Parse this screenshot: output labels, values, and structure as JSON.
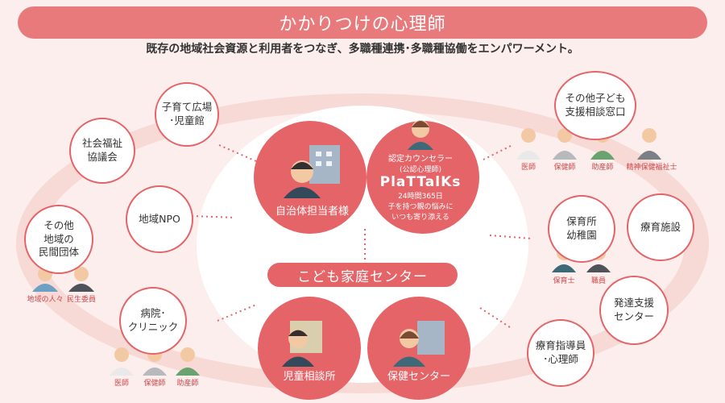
{
  "header": {
    "title": "かかりつけの心理師",
    "subtitle": "既存の地域社会資源と利用者をつなぎ、多職種連携･多職種協働をエンパワーメント。"
  },
  "center": {
    "left_label": "自治体担当者様",
    "counselor": {
      "line1": "認定カウンセラー",
      "line2": "(公認心理師)",
      "brand": "PlaTTalKs",
      "line3": "24時間365日",
      "line4": "子を持つ親の悩みに",
      "line5": "いつも寄り添える"
    },
    "banner": "こども家庭センター",
    "bottom_left": "児童相談所",
    "bottom_right": "保健センター"
  },
  "nodes": {
    "kosodate": "子育て広場\n･児童館",
    "shakai": "社会福祉\n協議会",
    "npo": "地域NPO",
    "sonota_dantai": "その他\n地域の\n民間団体",
    "byoin": "病院･\nクリニック",
    "sonota_kodomo": "その他子ども\n支援相談窓口",
    "hoikusho": "保育所\n幼稚園",
    "ryoiku": "療育施設",
    "hattatsu": "発達支援\nセンター",
    "ryoiku_shido": "療育指導員\n･心理師"
  },
  "roles": {
    "top_right": [
      "医師",
      "保健師",
      "助産師",
      "精神保健福祉士"
    ],
    "left_mid": [
      "地域の人々",
      "民生委員"
    ],
    "bottom_left": [
      "医師",
      "保健師",
      "助産師"
    ],
    "right_mid": [
      "保育士",
      "職員"
    ]
  },
  "colors": {
    "accent": "#e46468",
    "banner": "#e87a7c",
    "bg": "#fbeeec",
    "skin": "#f3c9a4",
    "building": "#a7b6c6"
  }
}
